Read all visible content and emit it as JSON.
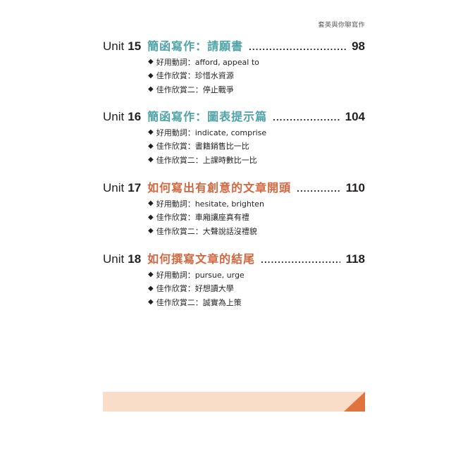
{
  "header": {
    "text": "套英與你聊寫作"
  },
  "units": [
    {
      "word": "Unit",
      "number": "15",
      "title": "簡函寫作：請願書",
      "page": "98",
      "items": [
        "好用動詞：afford, appeal to",
        "佳作欣賞：珍惜水資源",
        "佳作欣賞二：停止戰爭"
      ]
    },
    {
      "word": "Unit",
      "number": "16",
      "title": "簡函寫作：圖表提示篇",
      "page": "104",
      "items": [
        "好用動詞：indicate, comprise",
        "佳作欣賞：書籍銷售比一比",
        "佳作欣賞二：上課時數比一比"
      ]
    },
    {
      "word": "Unit",
      "number": "17",
      "title": "如何寫出有創意的文章開頭",
      "page": "110",
      "items": [
        "好用動詞：hesitate, brighten",
        "佳作欣賞：車廂讓座真有禮",
        "佳作欣賞二：大聲說話沒禮貌"
      ]
    },
    {
      "word": "Unit",
      "number": "18",
      "title": "如何撰寫文章的結尾",
      "page": "118",
      "items": [
        "好用動詞：pursue, urge",
        "佳作欣賞：好想讀大學",
        "佳作欣賞二：誠實為上策"
      ]
    }
  ],
  "colors": {
    "teal_title": "#4fa3a7",
    "orange_title": "#d0673f",
    "footer_bar": "#f9ddc9",
    "footer_accent": "#e1733f"
  },
  "icons": {
    "bullet": "black-diamond-icon"
  }
}
